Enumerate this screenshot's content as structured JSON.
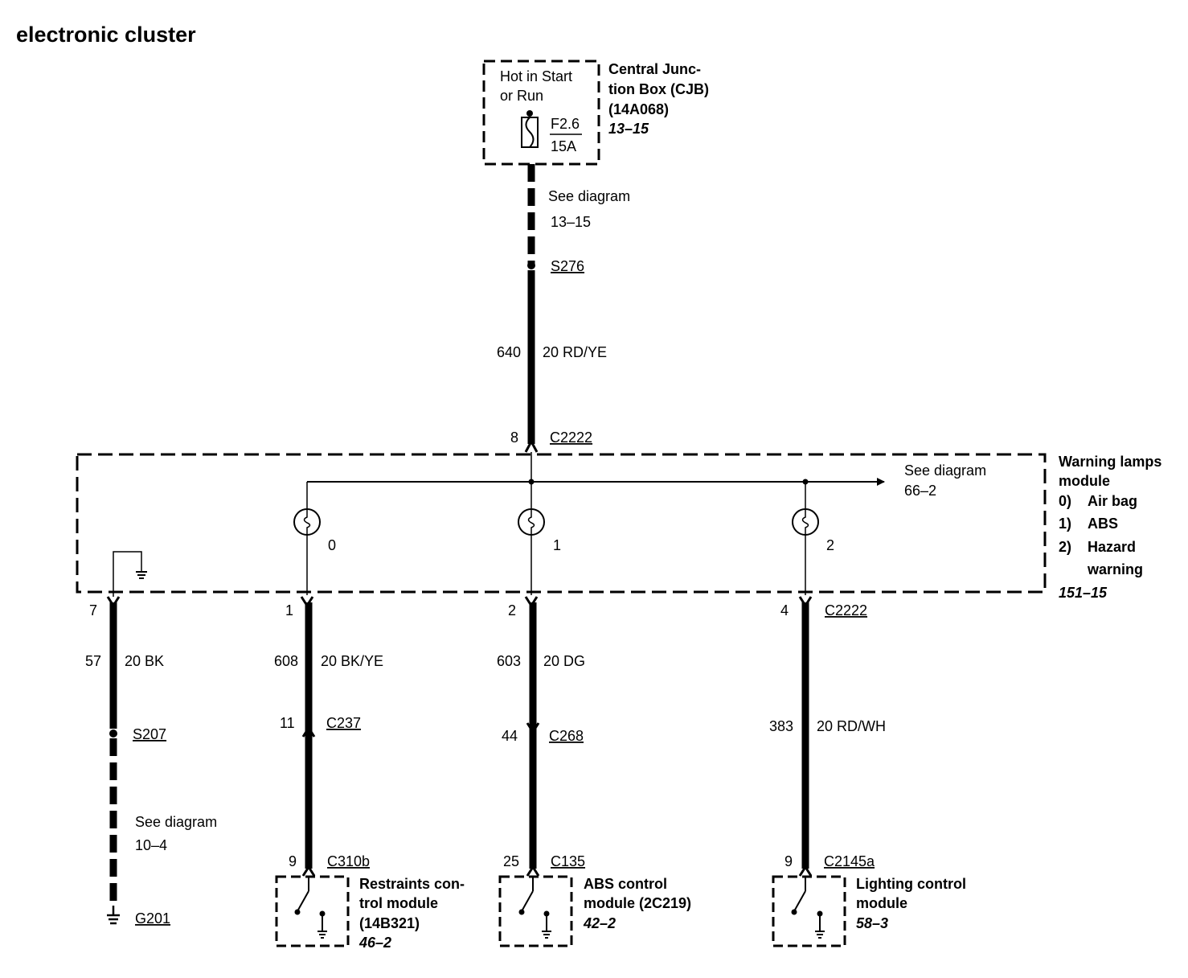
{
  "title": "electronic cluster",
  "cjb": {
    "power_line1": "Hot in Start",
    "power_line2": "or Run",
    "fuse_name": "F2.6",
    "fuse_rating": "15A",
    "name_line1": "Central Junc-",
    "name_line2": "tion Box (CJB)",
    "part": "(14A068)",
    "ref": "13–15"
  },
  "feed": {
    "see_diagram": "See diagram",
    "see_ref": "13–15",
    "splice": "S276",
    "circuit": "640",
    "wire": "20 RD/YE",
    "pin": "8",
    "connector": "C2222"
  },
  "module": {
    "name_line1": "Warning lamps",
    "name_line2": "module",
    "lamps": [
      {
        "num": "0)",
        "name": "Air bag"
      },
      {
        "num": "1)",
        "name": "ABS"
      },
      {
        "num": "2)",
        "name_line1": "Hazard",
        "name_line2": "warning"
      }
    ],
    "ref": "151–15",
    "see_diagram": "See diagram",
    "see_ref": "66–2",
    "lamp_labels": [
      "0",
      "1",
      "2"
    ],
    "connector_bottom": "C2222"
  },
  "ground_branch": {
    "pin": "7",
    "circuit": "57",
    "wire": "20 BK",
    "splice": "S207",
    "see_diagram": "See diagram",
    "see_ref": "10–4",
    "ground": "G201"
  },
  "airbag_branch": {
    "pin": "1",
    "circuit": "608",
    "wire": "20 BK/YE",
    "inline_pin": "11",
    "inline_connector": "C237",
    "end_pin": "9",
    "end_connector": "C310b",
    "module_line1": "Restraints con-",
    "module_line2": "trol module",
    "module_part": "(14B321)",
    "module_ref": "46–2"
  },
  "abs_branch": {
    "pin": "2",
    "circuit": "603",
    "wire": "20 DG",
    "inline_pin": "44",
    "inline_connector": "C268",
    "end_pin": "25",
    "end_connector": "C135",
    "module_line1": "ABS control",
    "module_line2": "module (2C219)",
    "module_ref": "42–2"
  },
  "hazard_branch": {
    "pin": "4",
    "circuit": "383",
    "wire": "20 RD/WH",
    "end_pin": "9",
    "end_connector": "C2145a",
    "module_line1": "Lighting control",
    "module_line2": "module",
    "module_ref": "58–3"
  }
}
